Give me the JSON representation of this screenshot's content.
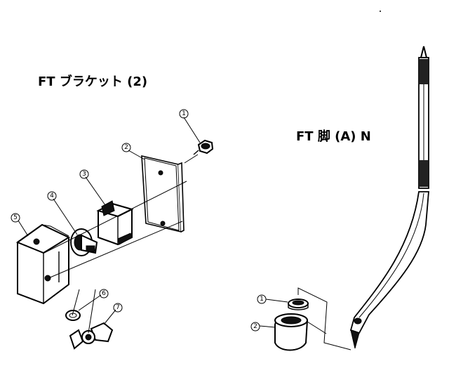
{
  "left_assembly": {
    "title": "FT ブラケット (2)",
    "callouts": [
      "1",
      "2",
      "3",
      "4",
      "5",
      "6",
      "7"
    ]
  },
  "right_assembly": {
    "title": "FT 脚 (A) N",
    "callouts": [
      "1",
      "2"
    ]
  }
}
